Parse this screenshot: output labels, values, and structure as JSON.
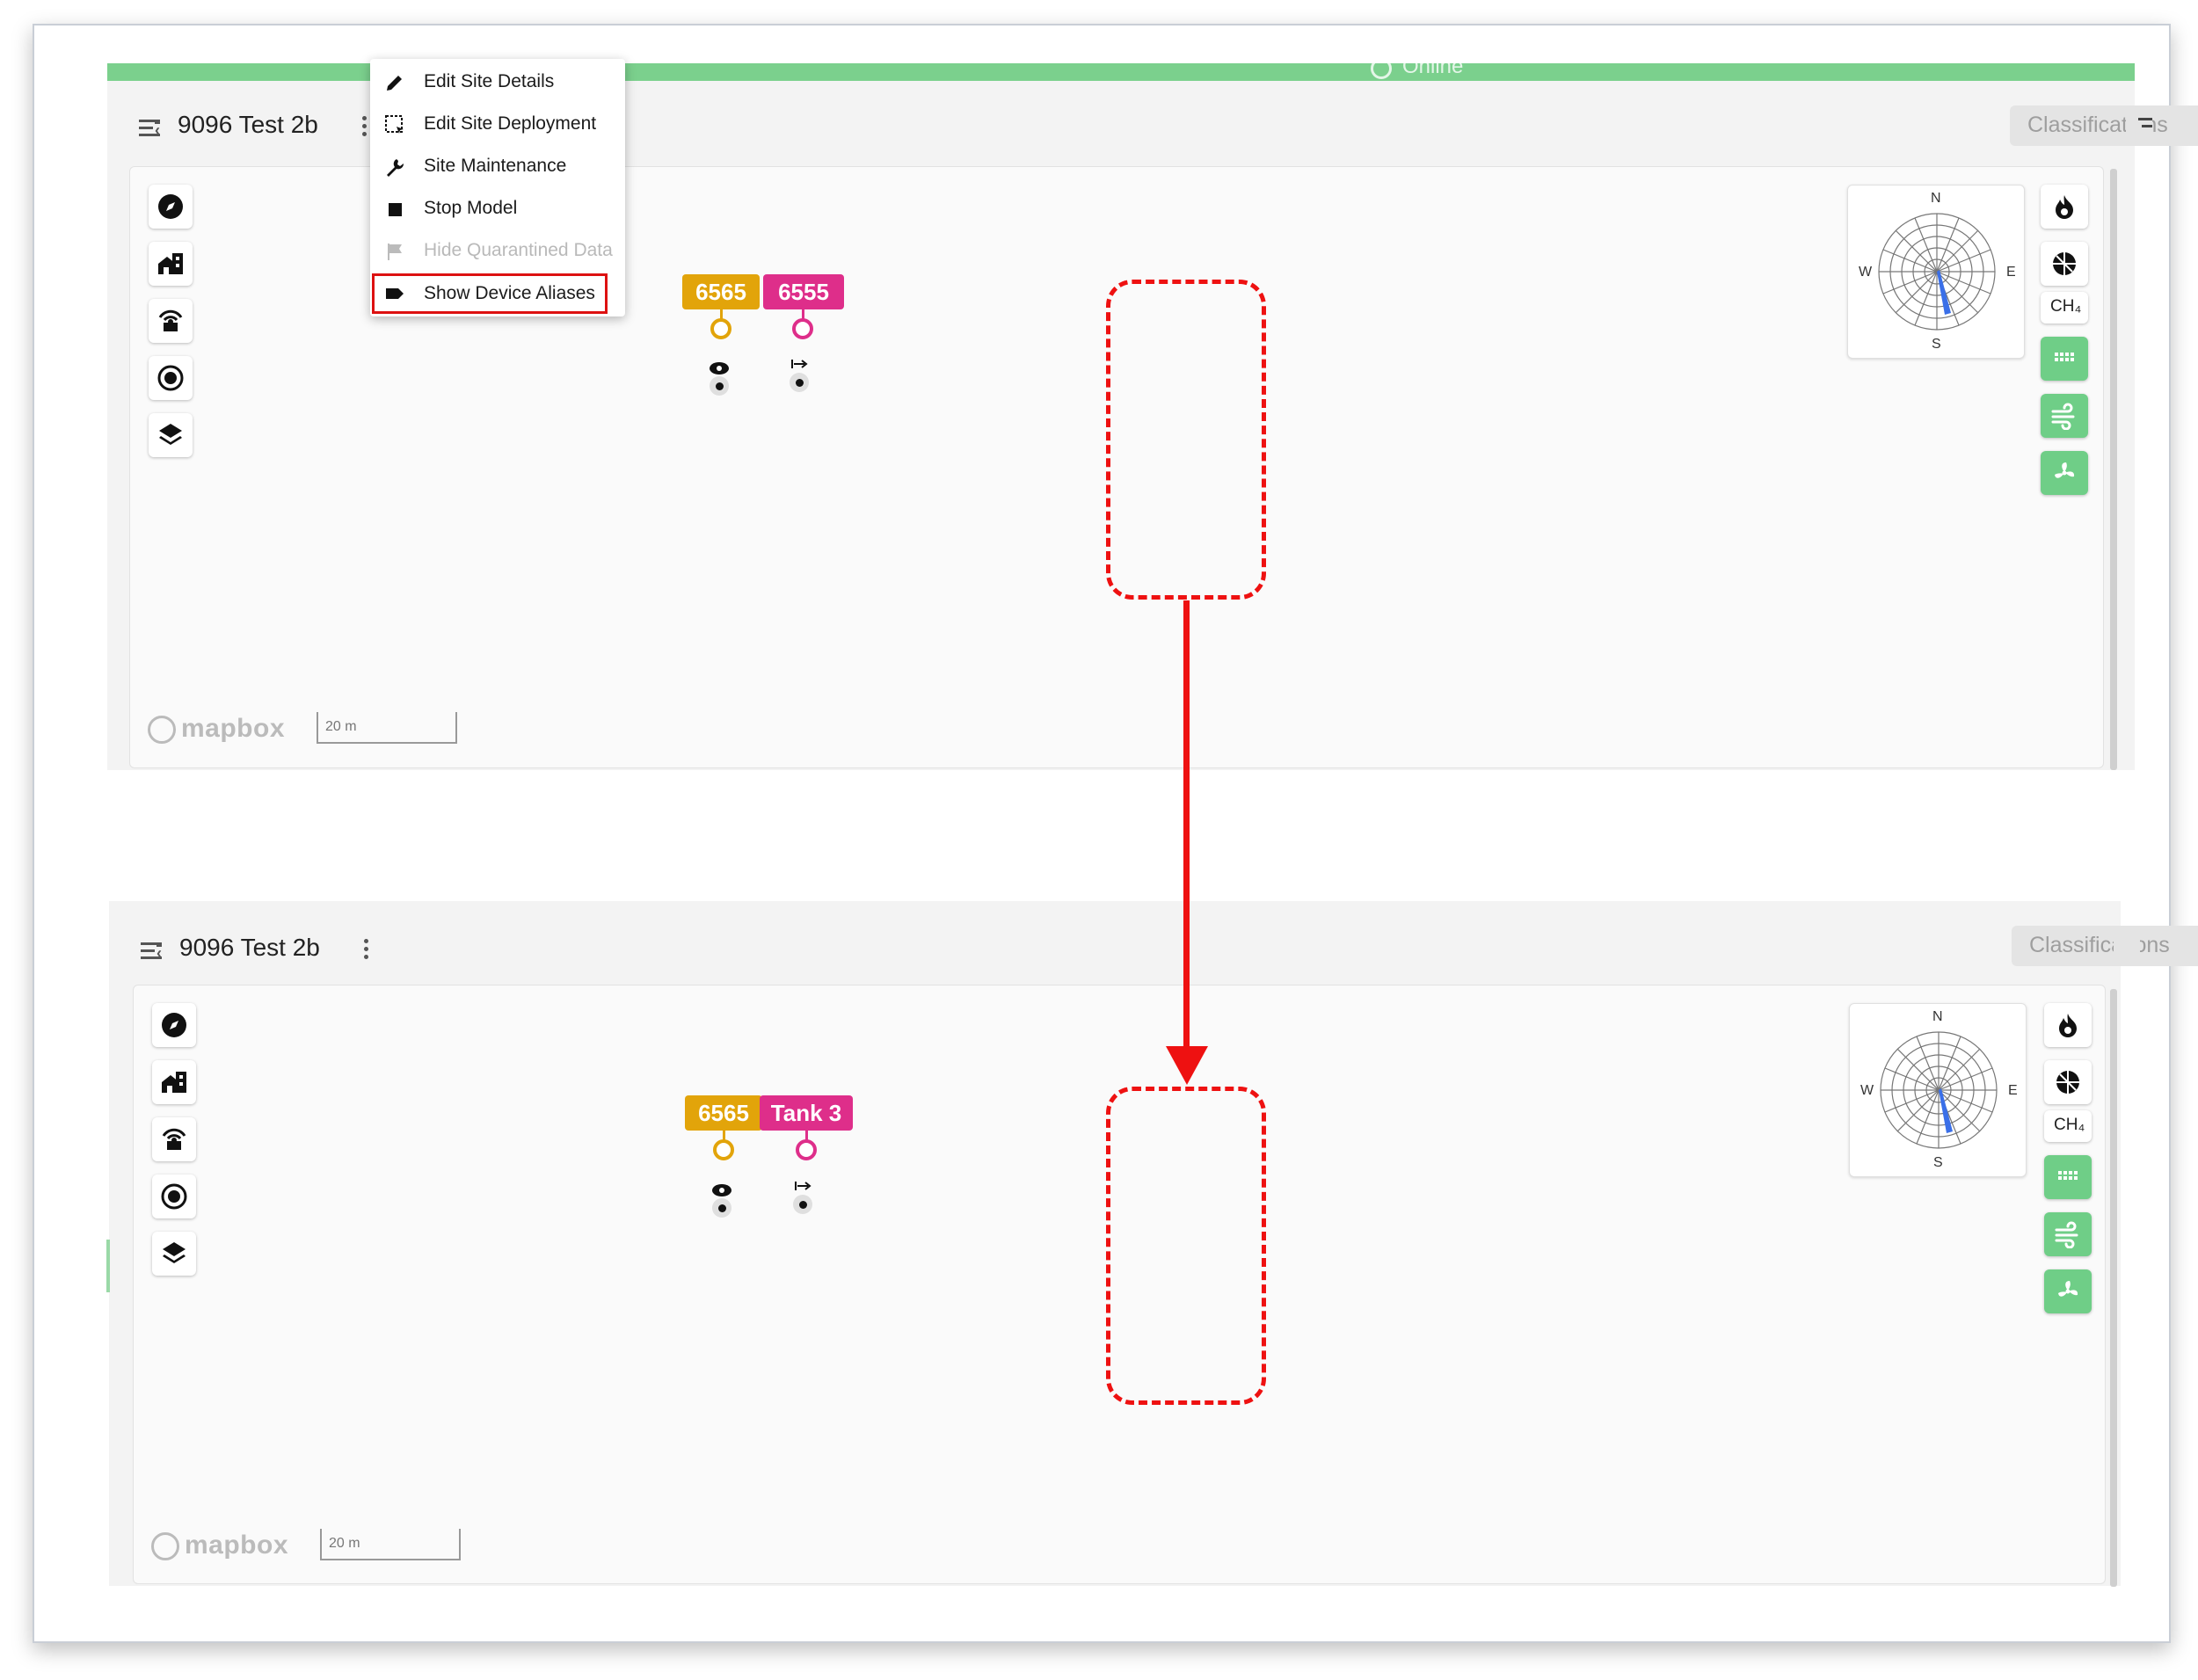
{
  "site": {
    "title": "9096 Test 2b"
  },
  "status_bar": {
    "label": "Online"
  },
  "classifications": {
    "label": "Classifications"
  },
  "context_menu": {
    "items": [
      {
        "label": "Edit Site Details",
        "icon": "pencil-icon",
        "enabled": true
      },
      {
        "label": "Edit Site Deployment",
        "icon": "select-area-icon",
        "enabled": true
      },
      {
        "label": "Site Maintenance",
        "icon": "wrench-icon",
        "enabled": true
      },
      {
        "label": "Stop Model",
        "icon": "stop-icon",
        "enabled": true
      },
      {
        "label": "Hide Quarantined Data",
        "icon": "flag-icon",
        "enabled": false
      },
      {
        "label": "Show Device Aliases",
        "icon": "tag-icon",
        "enabled": true,
        "highlighted": true
      }
    ]
  },
  "left_toolbar": [
    "compass-icon",
    "buildings-icon",
    "sensor-icon",
    "target-icon",
    "layers-icon"
  ],
  "right_toolbar": {
    "ch_label": "CH₄",
    "icons": [
      "flame-icon",
      "pie-chart-icon",
      "grid-icon",
      "wind-icon",
      "fan-icon"
    ]
  },
  "wind_rose": {
    "n": "N",
    "e": "E",
    "s": "S",
    "w": "W"
  },
  "map": {
    "attribution": "mapbox",
    "scale_label": "20 m"
  },
  "before": {
    "device_a": "6565",
    "device_b": "6555"
  },
  "after": {
    "device_a": "6565",
    "device_b": "Tank 3"
  },
  "colors": {
    "gold": "#e2a40a",
    "pink": "#de2e8a",
    "green": "#6fce87",
    "annotation_red": "#ee1111"
  }
}
